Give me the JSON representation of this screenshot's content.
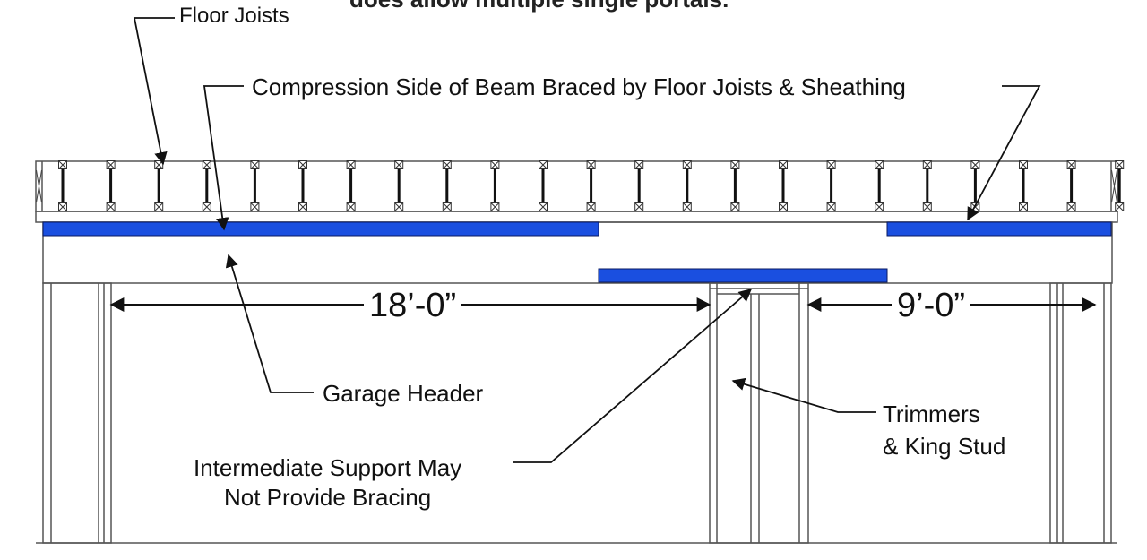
{
  "diagram": {
    "cropped_heading": "does allow multiple single portals.",
    "labels": {
      "floor_joists": "Floor Joists",
      "compression_side": "Compression Side of Beam Braced by Floor Joists & Sheathing",
      "dimension_left": "18’-0”",
      "dimension_right": "9’-0”",
      "garage_header": "Garage Header",
      "intermediate_support_line1": "Intermediate Support May",
      "intermediate_support_line2": "Not Provide Bracing",
      "trimmers_line1": "Trimmers",
      "trimmers_line2": "& King Stud"
    },
    "colors": {
      "bracing_blue": "#1a4fe0",
      "line": "#111111",
      "frame_gray": "#555555"
    },
    "joist_count": 23
  }
}
